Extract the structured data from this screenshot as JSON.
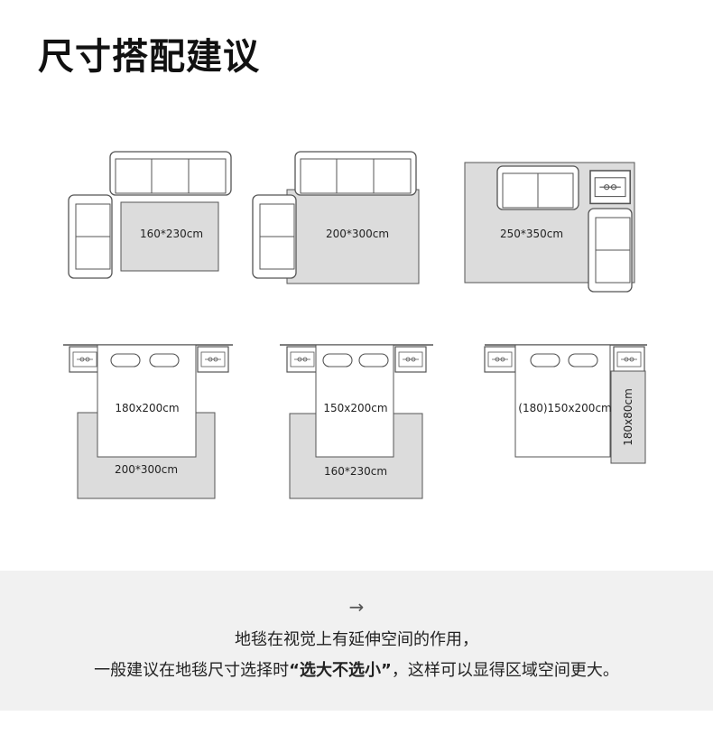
{
  "title": "尺寸搭配建议",
  "colors": {
    "rug": "#dcdcdc",
    "outline": "#555555",
    "bg": "#ffffff",
    "footer_bg": "#f1f1f1"
  },
  "living_room": {
    "rug_a": "160*230cm",
    "rug_b": "200*300cm",
    "rug_c": "250*350cm"
  },
  "bedroom": {
    "bed_a": "180x200cm",
    "rug_a": "200*300cm",
    "bed_b": "150x200cm",
    "rug_b": "160*230cm",
    "bed_c": "(180)150x200cm",
    "rug_c": "180x80cm"
  },
  "footer": {
    "arrow": "→",
    "line1": "地毯在视觉上有延伸空间的作用，",
    "line2_pre": "一般建议在地毯尺寸选择时",
    "line2_bold": "“选大不选小”",
    "line2_post": "，这样可以显得区域空间更大。"
  }
}
